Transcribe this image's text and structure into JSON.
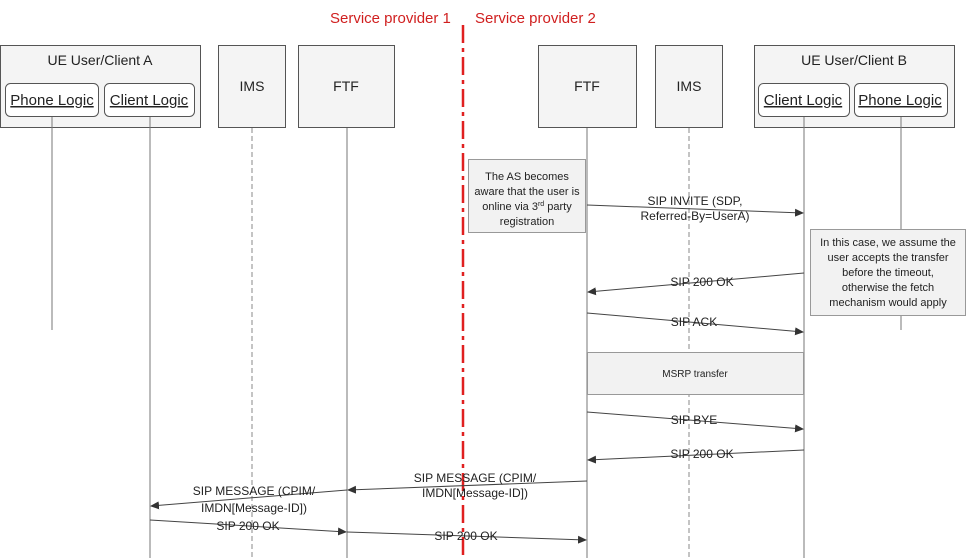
{
  "headers": {
    "provider1": "Service provider 1",
    "provider2": "Service provider 2"
  },
  "entities": {
    "ue_a": {
      "title": "UE User/Client A",
      "phone_logic": "Phone Logic",
      "client_logic": "Client Logic"
    },
    "ims_a": "IMS",
    "ftf_a": "FTF",
    "ftf_b": "FTF",
    "ims_b": "IMS",
    "ue_b": {
      "title": "UE User/Client B",
      "client_logic": "Client Logic",
      "phone_logic": "Phone Logic"
    }
  },
  "notes": {
    "as_aware": [
      "The AS becomes",
      "aware that the user is",
      "online via 3",
      "rd",
      " party",
      "registration"
    ],
    "assume": [
      "In this case, we assume the",
      "user accepts the transfer",
      "before the timeout,",
      "otherwise the fetch",
      "mechanism would apply"
    ]
  },
  "messages": {
    "invite": [
      "SIP INVITE (SDP,",
      "Referred-By=UserA)"
    ],
    "ok1": "SIP 200 OK",
    "ack": "SIP ACK",
    "msrp": "MSRP transfer",
    "bye": "SIP BYE",
    "ok2": "SIP 200 OK",
    "message_b": [
      "SIP MESSAGE (CPIM/",
      "IMDN[Message-ID])"
    ],
    "message_a": [
      "SIP MESSAGE (CPIM/",
      "IMDN[Message-ID])"
    ],
    "ok_a": "SIP 200 OK",
    "ok_b": "SIP 200 OK"
  }
}
